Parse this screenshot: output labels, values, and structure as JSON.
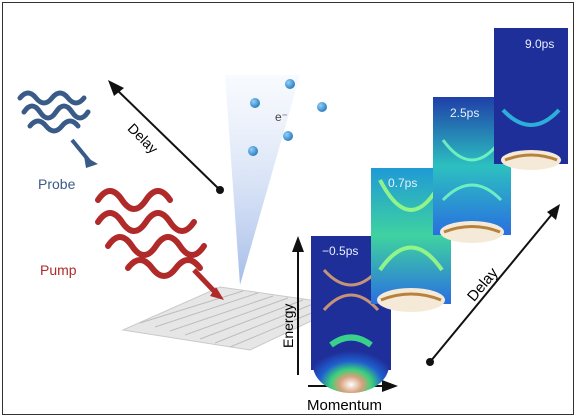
{
  "labels": {
    "probe": "Probe",
    "pump": "Pump",
    "delay_left": "Delay",
    "delay_right": "Delay",
    "energy": "Energy",
    "momentum": "Momentum",
    "electron": "e⁻"
  },
  "panels": [
    {
      "time": "−0.5ps"
    },
    {
      "time": "0.7ps"
    },
    {
      "time": "2.5ps"
    },
    {
      "time": "9.0ps"
    }
  ],
  "colors": {
    "probe": "#3a5b87",
    "pump": "#b02a2a",
    "panel_bg": "#1f2f9a",
    "arrow": "#111111"
  }
}
